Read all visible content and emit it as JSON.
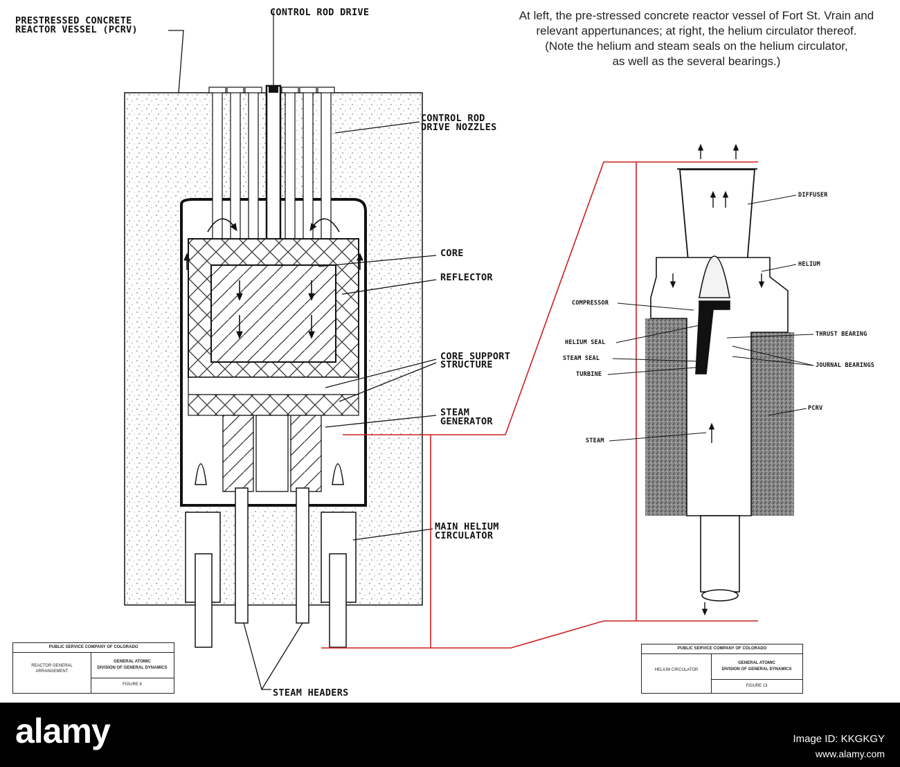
{
  "caption_lines": [
    "At left, the pre-stressed concrete reactor vessel of Fort St. Vrain and",
    "relevant appertunances; at right, the helium circulator thereof.",
    "(Note the helium and steam seals on the helium circulator,",
    "as well as the several bearings.)"
  ],
  "left_labels": {
    "pcrv_line1": "PRESTRESSED CONCRETE",
    "pcrv_line2": "REACTOR VESSEL (PCRV)",
    "control_rod_drive": "CONTROL ROD DRIVE",
    "nozzles_line1": "CONTROL ROD",
    "nozzles_line2": "DRIVE NOZZLES",
    "core": "CORE",
    "reflector": "REFLECTOR",
    "support_line1": "CORE SUPPORT",
    "support_line2": "STRUCTURE",
    "steam_gen_line1": "STEAM",
    "steam_gen_line2": "GENERATOR",
    "circ_line1": "MAIN HELIUM",
    "circ_line2": "CIRCULATOR",
    "steam_headers": "STEAM HEADERS"
  },
  "right_labels": {
    "diffuser": "DIFFUSER",
    "helium": "HELIUM",
    "compressor": "COMPRESSOR",
    "thrust_bearing": "THRUST BEARING",
    "helium_seal": "HELIUM SEAL",
    "steam_seal": "STEAM SEAL",
    "journal_bearings": "JOURNAL BEARINGS",
    "turbine": "TURBINE",
    "pcrv": "PCRV",
    "steam": "STEAM"
  },
  "title_block_left": {
    "company": "PUBLIC SERVICE COMPANY OF COLORADO",
    "title_line1": "REACTOR GENERAL",
    "title_line2": "ARRANGEMENT",
    "maker_line1": "GENERAL ATOMIC",
    "maker_line2": "DIVISION OF GENERAL DYNAMICS",
    "figure": "FIGURE 6"
  },
  "title_block_right": {
    "company": "PUBLIC SERVICE COMPANY OF COLORADO",
    "title": "HELIUM CIRCULATOR",
    "maker_line1": "GENERAL ATOMIC",
    "maker_line2": "DIVISION OF GENERAL DYNAMICS",
    "figure": "FIGURE 13"
  },
  "footer": {
    "brand": "alamy",
    "image_id": "Image ID: KKGKGY",
    "url": "www.alamy.com"
  },
  "colors": {
    "callout_red": "#cc1f1f",
    "ink": "#111111",
    "footer_bg": "#000000"
  }
}
